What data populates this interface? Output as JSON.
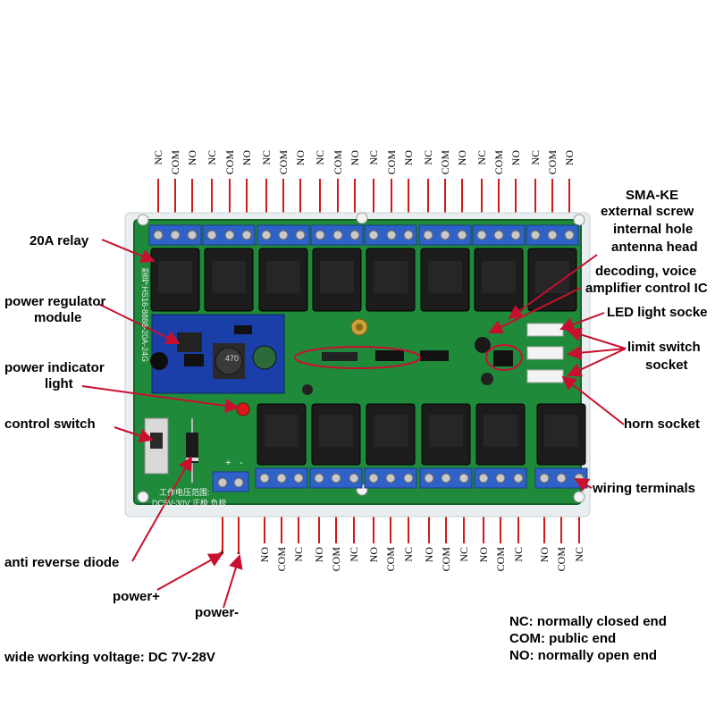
{
  "top_pins": [
    "NC",
    "COM",
    "NO",
    "NC",
    "COM",
    "NO",
    "NC",
    "COM",
    "NO",
    "NC",
    "COM",
    "NO",
    "NC",
    "COM",
    "NO",
    "NC",
    "COM",
    "NO",
    "NC",
    "COM",
    "NO",
    "NC",
    "COM",
    "NO"
  ],
  "bottom_pins": [
    "NO",
    "COM",
    "NC",
    "NO",
    "COM",
    "NC",
    "NO",
    "COM",
    "NC",
    "NO",
    "COM",
    "NC",
    "NO",
    "COM",
    "NC",
    "NO",
    "COM",
    "NC"
  ],
  "power_pin_marks": [
    "+",
    "-"
  ],
  "callouts": {
    "relay": "20A relay",
    "regulator_line1": "power regulator",
    "regulator_line2": "module",
    "indicator_line1": "power indicator",
    "indicator_line2": "light",
    "control_switch": "control switch",
    "diode": "anti reverse diode",
    "power_plus": "power+",
    "power_minus": "power-",
    "antenna_line1": "SMA-KE",
    "antenna_line2": "external screw",
    "antenna_line3": "internal hole",
    "antenna_line4": "antenna head",
    "ic_line1": "decoding, voice",
    "ic_line2": "amplifier control IC",
    "led_socket": "LED light socke",
    "limit_line1": "limit switch",
    "limit_line2": "socket",
    "horn_socket": "horn socket",
    "wiring_terminals": "wiring terminals"
  },
  "voltage_note": "wide working voltage: DC 7V-28V",
  "legend": {
    "nc": "NC: normally closed end",
    "com": "COM: public end",
    "no": "NO: normally open end"
  },
  "board_markings": {
    "model": "型号:HS16-8888-20A-24G",
    "voltage_range": "工作电压范围:",
    "voltage_value": "DC5V-30V 正极 负极",
    "inductor": "470",
    "plus_mark": "+",
    "minus_mark": "-"
  },
  "colors": {
    "pcb": "#1f8a3a",
    "terminal": "#2f62c8",
    "relay": "#1c1c1c",
    "arrow": "#c8102e"
  }
}
